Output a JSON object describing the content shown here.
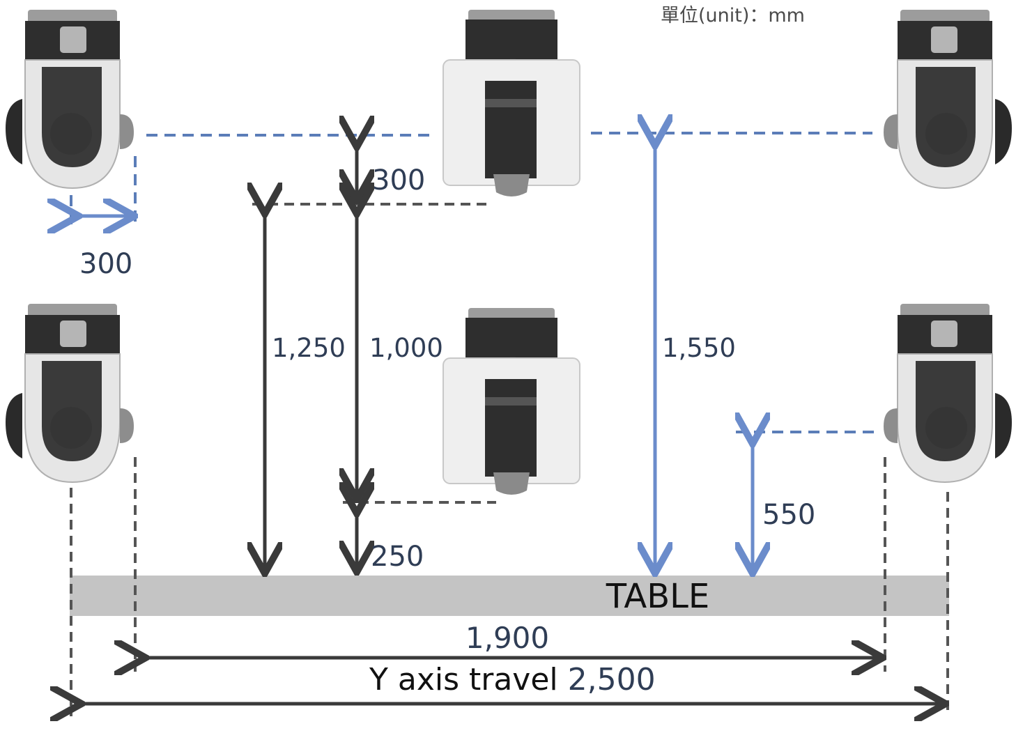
{
  "unit_label": "單位(unit)：mm",
  "dimensions": {
    "top_gap": "300",
    "side_offset": "300",
    "height_1250": "1,250",
    "height_1000": "1,000",
    "height_1550": "1,550",
    "height_550": "550",
    "bottom_gap": "250",
    "width_1900": "1,900",
    "y_travel_text": "Y axis travel",
    "y_travel_value": "2,500"
  },
  "table_label": "TABLE",
  "colors": {
    "blue": "#5b7db8",
    "dark": "#3a3a3a",
    "table": "#c4c4c4",
    "head_body": "#ececec",
    "head_dark": "#2e2e2e"
  }
}
